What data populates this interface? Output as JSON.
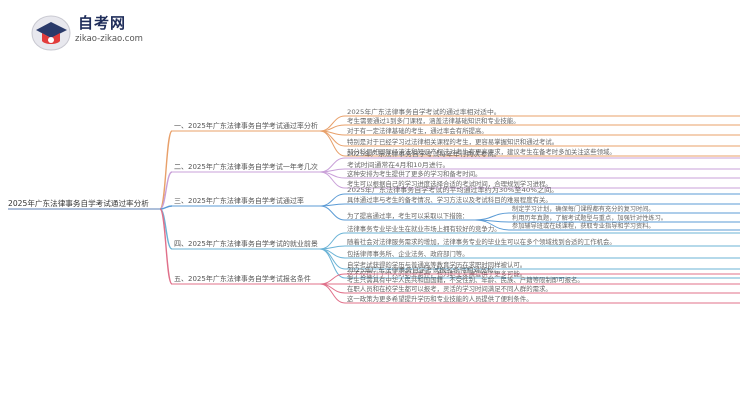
{
  "brand": {
    "name": "自考网",
    "url": "zikao-zikao.com"
  },
  "root": {
    "label": "2025年广东法律事务自学考试通过率分析"
  },
  "branches": [
    {
      "label": "一、2025年广东法律事务自学考试通过率分析",
      "color": "#e8a06a",
      "leaves": [
        "2025年广东法律事务自学考试的通过率相对适中。",
        "考生需要通过1到多门课程，涵盖法律基础知识和专业技能。",
        "对于有一定法律基础的考生，通过率会有所提高。",
        "特别是对于已经学习过法律相关课程的考生，更容易掌握知识和通过考试。",
        "部分科目如国际经济法和知识产权法对考生有更高要求，建议考生在备考时多加关注这些领域。"
      ]
    },
    {
      "label": "二、2025年广东法律事务自学考试一年考几次",
      "color": "#c9a0d8",
      "leaves": [
        "2025年广东法律事务自学考试每年举行两次考试。",
        "考试时间通常在4月和10月进行。",
        "这种安排为考生提供了更多的学习和备考时间。",
        "考生可以根据自己的学习进度选择合适的考试时间，合理规划学习进程。"
      ]
    },
    {
      "label": "三、2025年广东法律事务自学考试通过率",
      "color": "#5b9bd5",
      "leaves": [
        "2025年广东法律事务自学考试的平均通过率约为30%至40%之间。",
        "具体通过率与考生的备考情况、学习方法以及考试科目的难易程度有关。"
      ],
      "sub": {
        "label": "为了提高通过率，考生可以采取以下措施：",
        "items": [
          "制定学习计划，确保每门课程都有充分的复习时间。",
          "利用历年真题，了解考试题型与重点，加强针对性练习。",
          "参加辅导班或在线课程，获取专业指导和学习资料。"
        ]
      }
    },
    {
      "label": "四、2025年广东法律事务自学考试的就业前景",
      "color": "#6bb3d6",
      "leaves": [
        "法律事务专业毕业生在就业市场上拥有较好的竞争力。",
        "随着社会对法律服务需求的增加，法律事务专业的毕业生可以在多个领域找到合适的工作机会。",
        "包括律师事务所、企业法务、政府部门等。",
        "自学考试获得的学历与普通高等教育学历在求职时同样被认可。",
        "这不仅提升了个人的职业素养，也为职业发展提供了更多可能。"
      ]
    },
    {
      "label": "五、2025年广东法律事务自学考试报名条件",
      "color": "#e0708a",
      "leaves": [
        "2025年广东法律事务自学考试报名条件相对宽松。",
        "考生只需具有中华人民共和国国籍，不受性别、年龄、民族、户籍等限制即可报名。",
        "在职人员和在校学生都可以报考，灵活的学习时间满足不同人群的需求。",
        "这一政策为更多希望提升学历和专业技能的人员提供了便利条件。"
      ]
    }
  ]
}
